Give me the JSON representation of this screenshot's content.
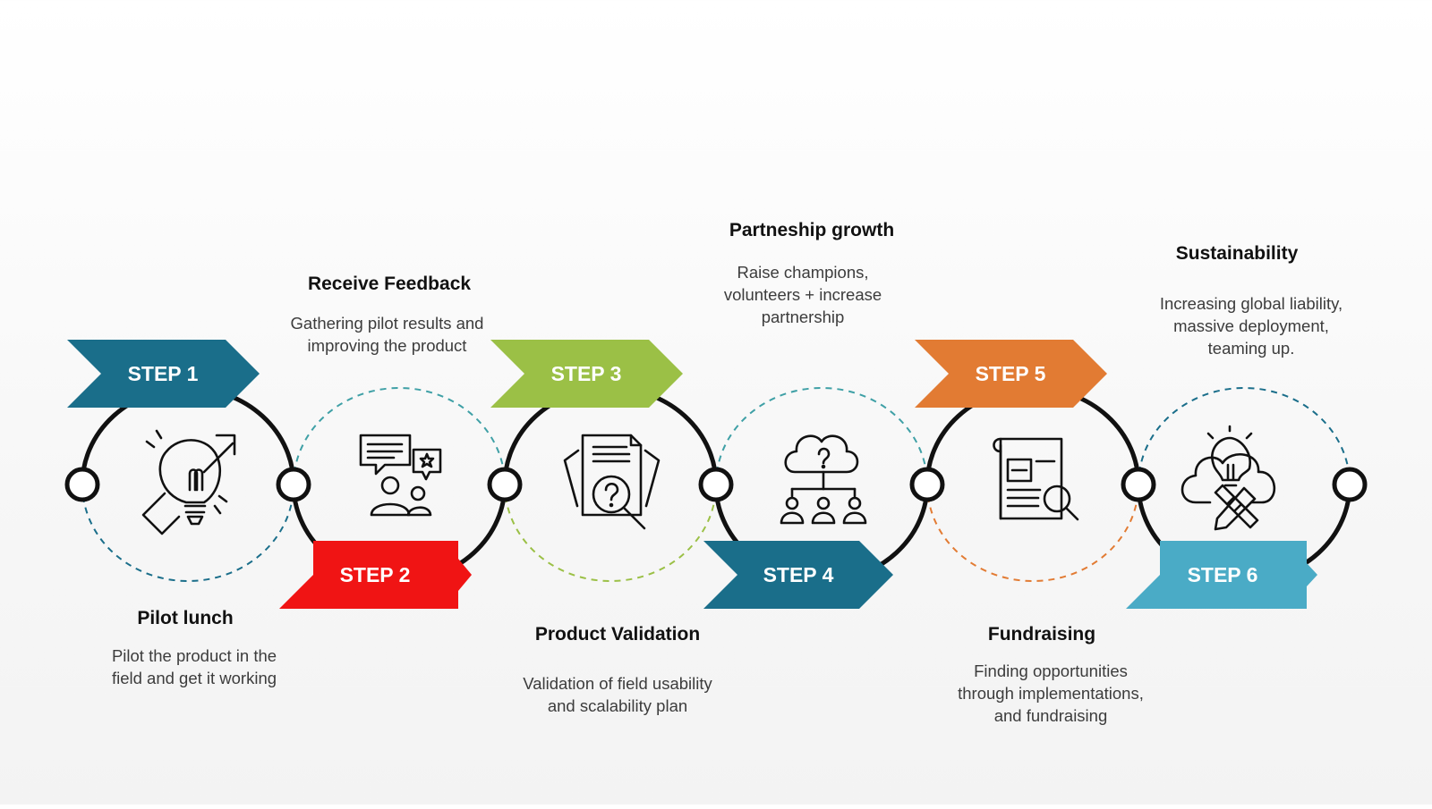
{
  "colors": {
    "background": "#f6f6f6",
    "line": "#111111",
    "step1": "#1a6e8a",
    "step2": "#f01414",
    "step3": "#9bc046",
    "step4": "#1a6e8a",
    "step5": "#e27b33",
    "step6": "#4aabc6"
  },
  "steps": [
    {
      "label": "STEP 1",
      "title": "Pilot lunch",
      "desc1": "Pilot the product in the",
      "desc2": "field and get it working",
      "desc3": "",
      "icon": "lightbulb-growth-icon"
    },
    {
      "label": "STEP 2",
      "title": "Receive Feedback",
      "desc1": "Gathering pilot results and",
      "desc2": "improving the product",
      "desc3": "",
      "icon": "feedback-chat-icon"
    },
    {
      "label": "STEP 3",
      "title": "Product Validation",
      "desc1": "Validation of field usability",
      "desc2": "and scalability plan",
      "desc3": "",
      "icon": "document-search-icon"
    },
    {
      "label": "STEP 4",
      "title": "Partneship growth",
      "desc1": "Raise champions,",
      "desc2": "volunteers + increase",
      "desc3": "partnership",
      "icon": "cloud-network-icon"
    },
    {
      "label": "STEP 5",
      "title": "Fundraising",
      "desc1": "Finding opportunities",
      "desc2": "through implementations,",
      "desc3": "and fundraising",
      "icon": "newspaper-search-icon"
    },
    {
      "label": "STEP 6",
      "title": "Sustainability",
      "desc1": "Increasing global liability,",
      "desc2": "massive deployment,",
      "desc3": "teaming up.",
      "icon": "cloud-idea-tools-icon"
    }
  ]
}
